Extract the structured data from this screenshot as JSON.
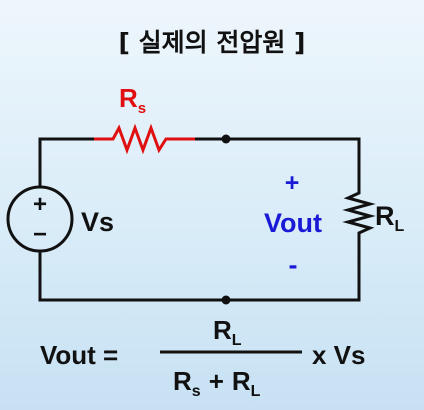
{
  "title": "[ 실제의 전압원 ]",
  "source": {
    "plus": "+",
    "minus": "−",
    "label": "Vs"
  },
  "series_resistor": {
    "main": "R",
    "sub": "s"
  },
  "load_resistor": {
    "main": "R",
    "sub": "L"
  },
  "output": {
    "plus": "+",
    "label": "Vout",
    "minus": "-"
  },
  "formula": {
    "lhs": "Vout =",
    "numerator_main": "R",
    "numerator_sub": "L",
    "denominator_a_main": "R",
    "denominator_a_sub": "s",
    "denominator_plus": "+",
    "denominator_b_main": "R",
    "denominator_b_sub": "L",
    "rhs": "x Vs"
  },
  "colors": {
    "wire": "#111111",
    "series_resistor": "#e01010",
    "output": "#1a1ad6",
    "text": "#111111"
  }
}
